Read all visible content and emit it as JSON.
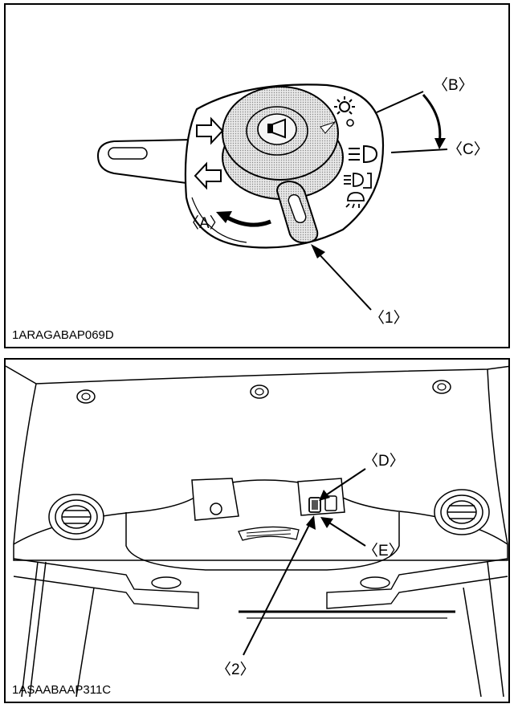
{
  "figures": [
    {
      "code": "1ARAGABAP069D",
      "callouts": {
        "a": "〈A〉",
        "b": "〈B〉",
        "c": "〈C〉",
        "one": "〈1〉"
      }
    },
    {
      "code": "1ASAABAAP311C",
      "callouts": {
        "d": "〈D〉",
        "e": "〈E〉",
        "two": "〈2〉"
      }
    }
  ]
}
